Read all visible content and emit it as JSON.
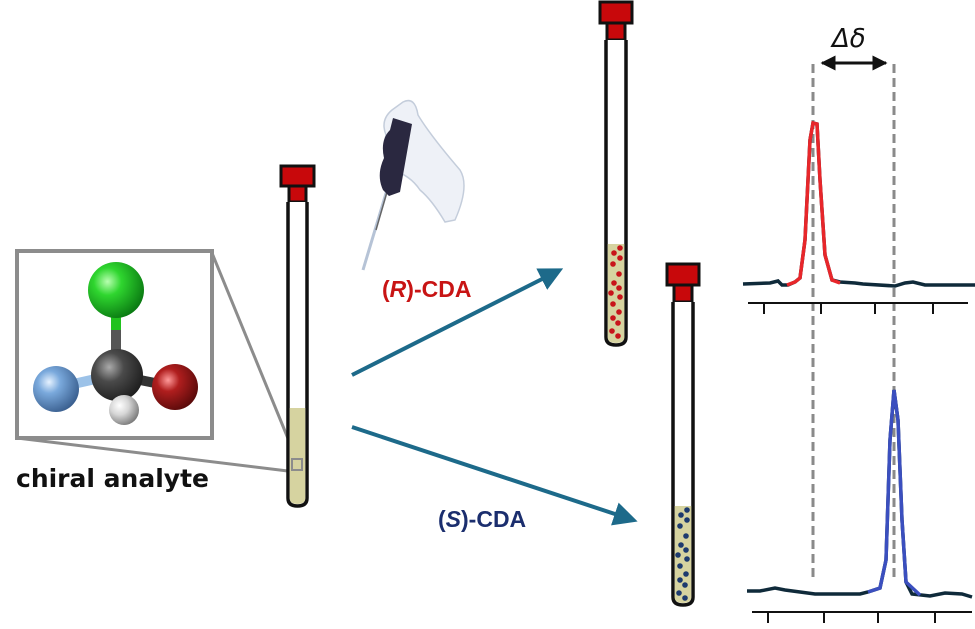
{
  "figure": {
    "type": "schematic",
    "description": "Chiral derivatizing agent NMR workflow"
  },
  "labels": {
    "analyte": "chiral analyte",
    "r_cda": "(R)-CDA",
    "r_cda_parts": {
      "open": "(",
      "letter": "R",
      "close": ")-CDA"
    },
    "s_cda_parts": {
      "open": "(",
      "letter": "S",
      "close": ")-CDA"
    },
    "s_cda": "(S)-CDA",
    "delta_delta": "Δδ"
  },
  "molecule": {
    "center_atom": "carbon",
    "substituents": [
      "green-top",
      "blue-left",
      "red-right",
      "white-bottom"
    ],
    "colors": {
      "carbon": "#4a4a4a",
      "green": "#1fbf2a",
      "blue": "#6f9fd4",
      "red": "#a81c1c",
      "white": "#d8d8d8"
    }
  },
  "tubes": [
    {
      "id": "analyte-tube",
      "fill_fraction": 0.3,
      "contents": "solution"
    },
    {
      "id": "r-cda-tube",
      "fill_fraction": 0.3,
      "contents": "red-particles"
    },
    {
      "id": "s-cda-tube",
      "fill_fraction": 0.3,
      "contents": "blue-particles"
    }
  ],
  "spectra": [
    {
      "id": "r-spectrum",
      "peak_color": "#e8262a",
      "peak_position": "left"
    },
    {
      "id": "s-spectrum",
      "peak_color": "#3b4fbf",
      "peak_position": "right"
    }
  ],
  "colors": {
    "cap": "#c8080b",
    "solution": "#d6d3a0",
    "arrow": "#1d6a8a",
    "r_label": "#c81414",
    "s_label": "#1b2e6e",
    "baseline": "#0f2a3a",
    "dashed": "#8a8a8a"
  }
}
